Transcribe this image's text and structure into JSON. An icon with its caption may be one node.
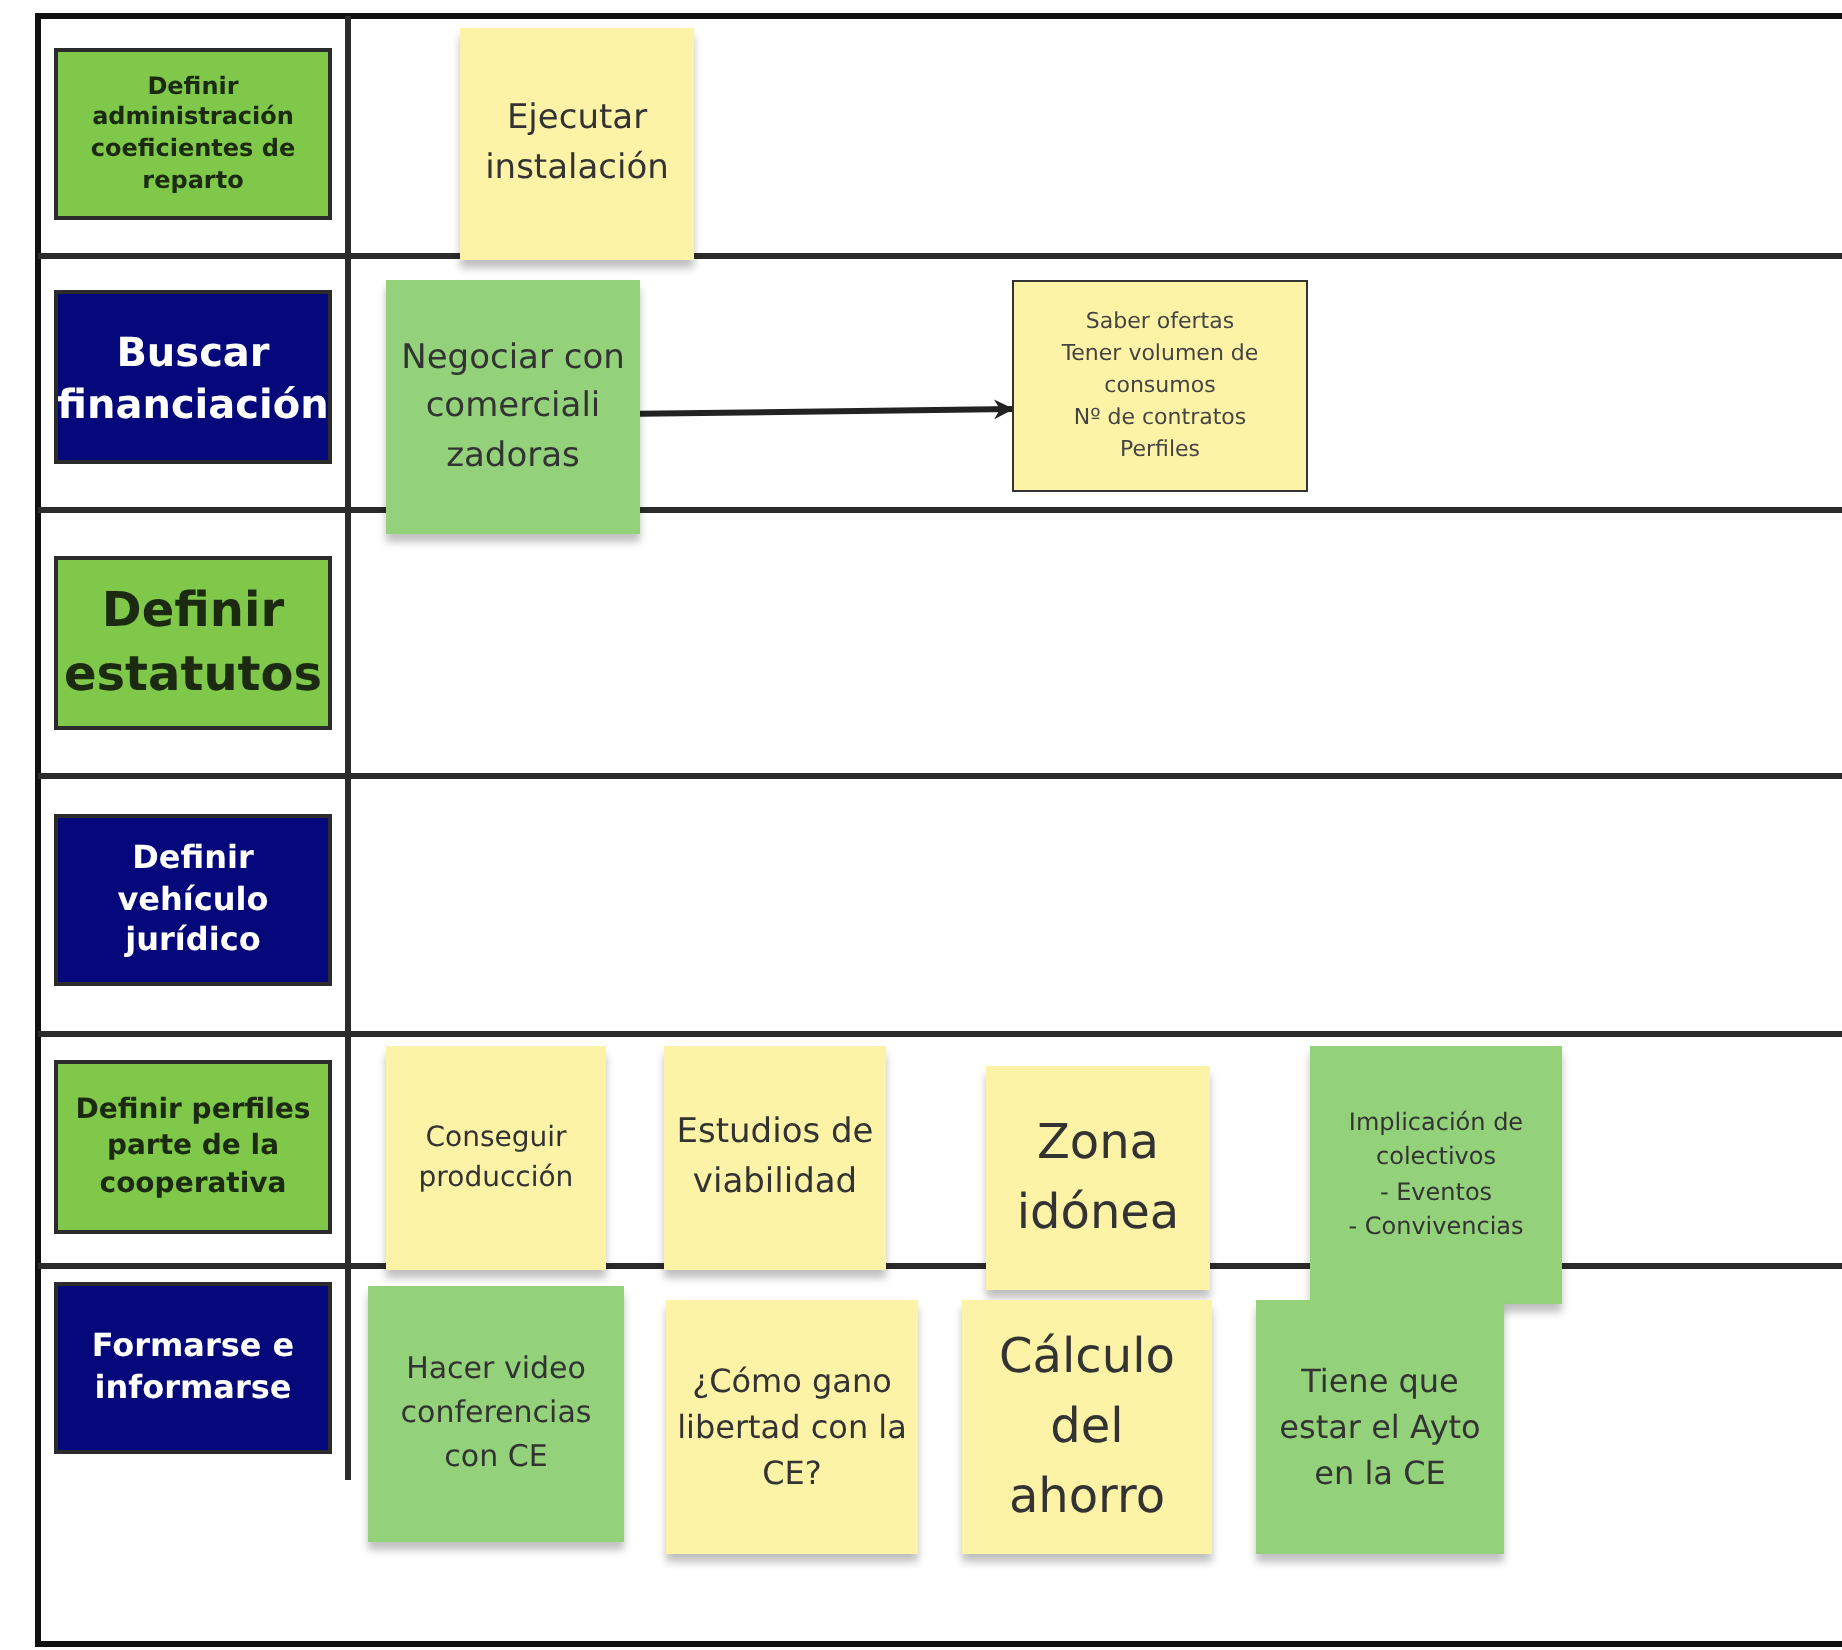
{
  "diagram": {
    "nodes": [
      {
        "text": [
          "Definir administración coeficientes de reparto"
        ]
      },
      {
        "text": [
          "Buscar financiación"
        ]
      },
      {
        "text": [
          "Definir estatutos"
        ]
      },
      {
        "text": [
          "Definir vehículo jurídico"
        ]
      },
      {
        "text": [
          "Definir perfiles parte de la cooperativa"
        ]
      },
      {
        "text": [
          "Formarse e informarse"
        ]
      },
      {
        "text": [
          "Ejecutar instalación"
        ]
      },
      {
        "text": [
          "Negociar con comerciali zadoras"
        ]
      },
      {
        "text": [
          "Saber ofertas",
          "Tener volumen de consumos",
          "Nº de contratos",
          "Perfiles"
        ]
      },
      {
        "text": [
          "Conseguir producción"
        ]
      },
      {
        "text": [
          "Estudios de viabilidad"
        ]
      },
      {
        "text": [
          "Zona idónea"
        ]
      },
      {
        "text": [
          "Implicación de colectivos",
          "- Eventos",
          "- Convivencias"
        ]
      },
      {
        "text": [
          "Hacer video conferencias con CE"
        ]
      },
      {
        "text": [
          "¿Cómo gano libertad con la CE?"
        ]
      },
      {
        "text": [
          "Cálculo del ahorro"
        ]
      },
      {
        "text": [
          "Tiene que estar el Ayto en la CE"
        ]
      }
    ],
    "edges": [
      {
        "from": 7,
        "to": 8,
        "arrow": "to"
      }
    ]
  }
}
